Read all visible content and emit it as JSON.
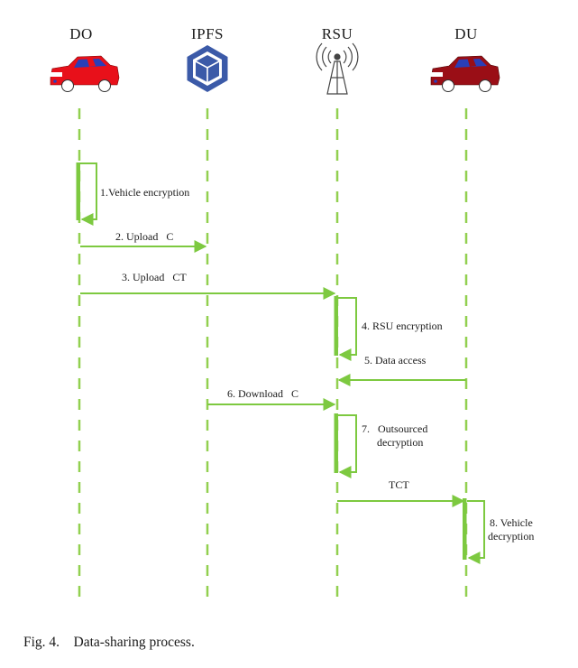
{
  "actors": {
    "do": {
      "label": "DO"
    },
    "ipfs": {
      "label": "IPFS"
    },
    "rsu": {
      "label": "RSU"
    },
    "du": {
      "label": "DU"
    }
  },
  "steps": {
    "s1": {
      "lines": [
        "1.Vehicle encryption"
      ]
    },
    "s2": {
      "lines": [
        "2. Upload   C"
      ]
    },
    "s3": {
      "lines": [
        "3. Upload   CT"
      ]
    },
    "s4": {
      "lines": [
        "4. RSU encryption"
      ]
    },
    "s5": {
      "lines": [
        "5. Data access"
      ]
    },
    "s6": {
      "lines": [
        "6. Download   C"
      ]
    },
    "s7": {
      "lines": [
        "7.   Outsourced",
        "decryption"
      ]
    },
    "s8": {
      "lines": [
        "TCT"
      ]
    },
    "s9": {
      "lines": [
        "8. Vehicle",
        "decryption"
      ]
    }
  },
  "caption": {
    "text": "Fig. 4.    Data-sharing process."
  },
  "colors": {
    "lifeline": "#92d050",
    "arrow": "#7dc940",
    "do_car": "#e8101a",
    "du_car": "#9a0e16",
    "car_window": "#2a3fb8",
    "ipfs_icon": "#3b5aa8"
  }
}
